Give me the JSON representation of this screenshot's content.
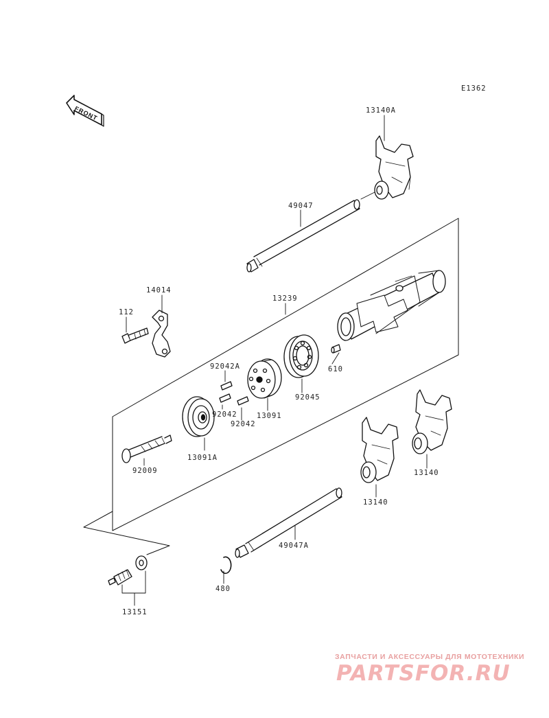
{
  "diagram_code": "E1362",
  "front_label": "FRONT",
  "parts": {
    "fork_13140A": "13140A",
    "shaft_49047": "49047",
    "plate_14014": "14014",
    "bolt_112": "112",
    "drum_13239": "13239",
    "pin_610": "610",
    "pin_92042A": "92042A",
    "pin_92042_left": "92042",
    "pin_92042_right": "92042",
    "holder_13091": "13091",
    "bearing_92045": "92045",
    "cam_13091A": "13091A",
    "screw_92009": "92009",
    "fork_13140_right": "13140",
    "fork_13140_lower": "13140",
    "shaft_49047A": "49047A",
    "circlip_480": "480",
    "switch_13151": "13151"
  },
  "watermark": {
    "tagline": "ЗАПЧАСТИ И АКСЕССУАРЫ ДЛЯ МОТОТЕХНИКИ",
    "logo": "PARTSFOR.RU"
  }
}
